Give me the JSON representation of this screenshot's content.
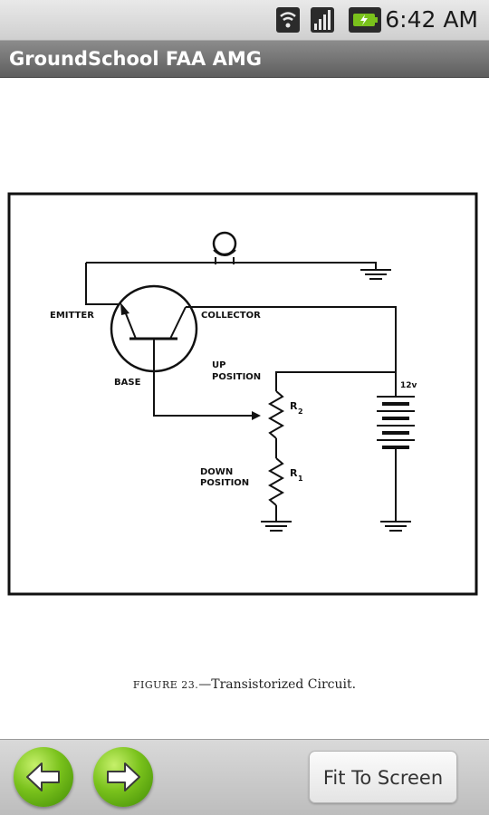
{
  "status_bar": {
    "time": "6:42 AM",
    "icons": [
      "wifi-icon",
      "signal-icon",
      "battery-charging-icon"
    ]
  },
  "title_bar": {
    "title": "GroundSchool FAA AMG"
  },
  "figure": {
    "caption_prefix": "FIGURE 23.",
    "caption_text": "—Transistorized Circuit.",
    "labels": {
      "emitter": "EMITTER",
      "collector": "COLLECTOR",
      "base": "BASE",
      "up_position_1": "UP",
      "up_position_2": "POSITION",
      "down_position_1": "DOWN",
      "down_position_2": "POSITION",
      "r2": "R",
      "r2_sub": "2",
      "r1": "R",
      "r1_sub": "1",
      "voltage": "12v"
    }
  },
  "bottom_bar": {
    "prev_icon": "left-arrow-icon",
    "next_icon": "right-arrow-icon",
    "fit_label": "Fit To Screen"
  },
  "colors": {
    "accent_green": "#7ac21c",
    "title_bar": "#6e6e6e"
  }
}
